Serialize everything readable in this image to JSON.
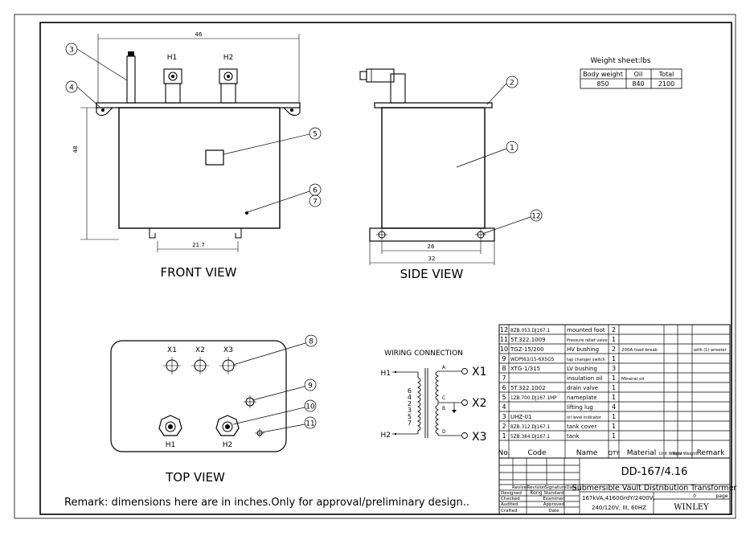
{
  "views": {
    "front": {
      "label": "FRONT VIEW",
      "bushings": [
        "H1",
        "H2"
      ],
      "dim_top": "46",
      "dim_height": "48",
      "dim_bottom": "21.7"
    },
    "side": {
      "label": "SIDE VIEW",
      "dim_inner": "26",
      "dim_outer": "32"
    },
    "top": {
      "label": "TOP VIEW",
      "lv_terminals": [
        "X1",
        "X2",
        "X3"
      ],
      "hv_terminals": [
        "H1",
        "H2"
      ]
    }
  },
  "callouts": [
    "1",
    "2",
    "3",
    "4",
    "5",
    "6",
    "7",
    "8",
    "9",
    "10",
    "11",
    "12"
  ],
  "weight_sheet": {
    "title": "Weight sheet:lbs",
    "headers": [
      "Body weight",
      "Oil",
      "Total"
    ],
    "values": [
      "850",
      "840",
      "2100"
    ]
  },
  "wiring": {
    "title": "WIRING CONNECTION",
    "hv_labels": [
      "H1",
      "H2"
    ],
    "lv_labels": [
      "X1",
      "X2",
      "X3"
    ],
    "taps": [
      "6",
      "4",
      "2",
      "3",
      "5",
      "7"
    ],
    "points": [
      "A",
      "C",
      "B",
      "D"
    ]
  },
  "parts_table": {
    "rows": [
      {
        "no": "12",
        "code": "8ZB.053.DJ167.1",
        "name": "mounted foot",
        "qty": "2",
        "material": "",
        "remark1": "",
        "remark2": ""
      },
      {
        "no": "11",
        "code": "5T.322.1009",
        "name": "Pressure relief valve",
        "qty": "1",
        "material": "",
        "remark1": "",
        "remark2": ""
      },
      {
        "no": "10",
        "code": "TGZ-15/200",
        "name": "HV bushing",
        "qty": "2",
        "material": "200A load break",
        "remark1": "",
        "remark2": "with (1) arrester"
      },
      {
        "no": "9",
        "code": "WDPt63/15-6X5GS",
        "name": "tap changer switch",
        "qty": "1",
        "material": "",
        "remark1": "",
        "remark2": ""
      },
      {
        "no": "8",
        "code": "XTG-1/315",
        "name": "LV bushing",
        "qty": "3",
        "material": "",
        "remark1": "",
        "remark2": ""
      },
      {
        "no": "7",
        "code": "",
        "name": "insulation oil",
        "qty": "1",
        "material": "Mineral oil",
        "remark1": "",
        "remark2": ""
      },
      {
        "no": "6",
        "code": "5T.322.1002",
        "name": "drain valve",
        "qty": "1",
        "material": "",
        "remark1": "",
        "remark2": ""
      },
      {
        "no": "5",
        "code": "1ZB.700.DJ167.1MP",
        "name": "nameplate",
        "qty": "1",
        "material": "",
        "remark1": "",
        "remark2": ""
      },
      {
        "no": "4",
        "code": "",
        "name": "lifting lug",
        "qty": "4",
        "material": "",
        "remark1": "",
        "remark2": ""
      },
      {
        "no": "3",
        "code": "UHZ-01",
        "name": "oil level indicator",
        "qty": "1",
        "material": "",
        "remark1": "",
        "remark2": ""
      },
      {
        "no": "2",
        "code": "8ZB.312.DJ167.1",
        "name": "tank cover",
        "qty": "1",
        "material": "",
        "remark1": "",
        "remark2": ""
      },
      {
        "no": "1",
        "code": "5ZB.384.DJ167.1",
        "name": "tank",
        "qty": "1",
        "material": "",
        "remark1": "",
        "remark2": ""
      }
    ],
    "headers": {
      "no": "No.",
      "code": "Code",
      "name": "Name",
      "qty": "QTY",
      "material": "Material",
      "unit_weight": "Unit Weight",
      "total_weight": "Total Weight",
      "remark": "Remark"
    }
  },
  "title_block": {
    "drawing_no": "DD-167/4.16",
    "title": "Submersible Vault Distribution Transformer",
    "spec_line1": "167kVA,4160GrdY/2400V,",
    "spec_line2": "240/120V, III, 60HZ",
    "company": "WINLEY",
    "page_label": "page",
    "page_no": "0",
    "sign_headers": [
      "Revise",
      "Revision",
      "Signature",
      "Date"
    ],
    "roles_left": [
      "Designed",
      "Checked",
      "Audited",
      "Crafted"
    ],
    "names_left": [
      "Kong"
    ],
    "roles_right": [
      "Standard",
      "Examined",
      "Approved",
      "Date"
    ]
  },
  "remark": "Remark: dimensions here are in inches.Only for approval/preliminary design.."
}
